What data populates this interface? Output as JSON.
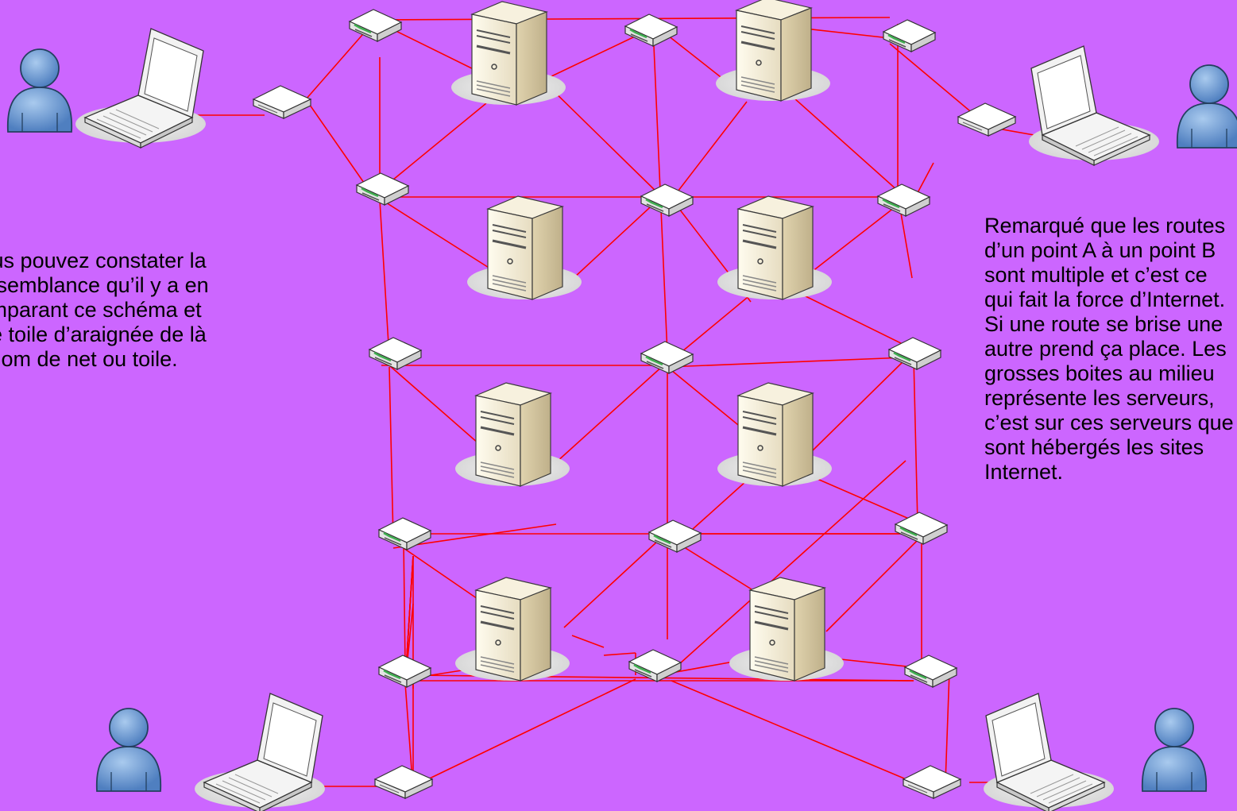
{
  "colors": {
    "background": "#CC66FF",
    "link": "#FF0000",
    "server_body": "#EDE3C8",
    "user_icon": "#6F9FD8",
    "router_body": "#FFFFFF",
    "router_leds": "#3FAF4F"
  },
  "text_left": {
    "lines": [
      "Vous pouvez constater la",
      "ressemblance qu’il y a en",
      "comparant ce schéma et",
      "une toile d’araignée de là",
      "le nom de  net ou toile."
    ]
  },
  "text_right": {
    "lines": [
      "Remarqué que les routes",
      "d’un point A à un point B",
      "sont multiple et c’est ce",
      "qui fait la force d’Internet.",
      "Si une route se brise une",
      "autre prend ça place. Les",
      "grosses boites au milieu",
      "représente les serveurs,",
      "c’est sur ces serveurs que",
      "sont hébergés les sites",
      "Internet."
    ]
  },
  "icons": {
    "server": "server-tower-icon",
    "router": "network-router-icon",
    "laptop": "laptop-icon",
    "user": "user-icon"
  }
}
